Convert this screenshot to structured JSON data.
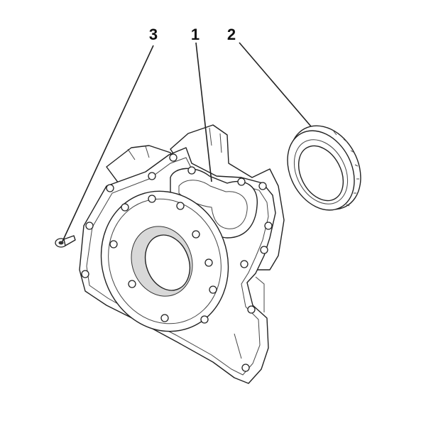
{
  "callouts": {
    "c1": {
      "label": "1"
    },
    "c2": {
      "label": "2"
    },
    "c3": {
      "label": "3"
    }
  },
  "colors": {
    "line": "#222222",
    "background": "#ffffff"
  }
}
